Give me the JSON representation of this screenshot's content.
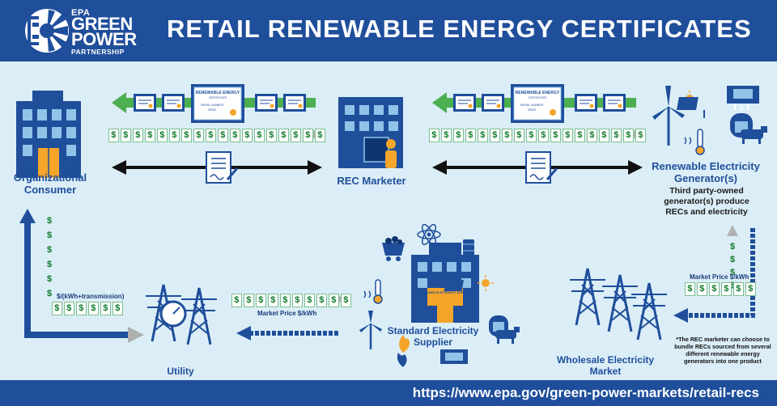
{
  "header": {
    "logo": {
      "epa": "EPA",
      "line1": "GREEN",
      "line2": "POWER",
      "line3": "PARTNERSHIP"
    },
    "title": "RETAIL RENEWABLE ENERGY CERTIFICATES"
  },
  "footer": {
    "url": "https://www.epa.gov/green-power-markets/retail-recs"
  },
  "nodes": {
    "consumer": "Organizational Consumer",
    "marketer": "REC Marketer",
    "generator": "Renewable Electricity Generator(s)",
    "generator_desc": "Third party-owned generator(s) produce RECs and electricity",
    "supplier": "Standard Electricity Supplier",
    "wholesale": "Wholesale Electricity Market",
    "utility": "Utility"
  },
  "certificate": {
    "title": "RENEWABLE ENERGY",
    "subtitle": "CERTIFICATE",
    "serial_label": "SERIAL NUMBER",
    "serial": "00000"
  },
  "supplier_sign": "STANDARD ELECTRICITY SUPPLIER",
  "money": {
    "symbol": "$",
    "utility_rate": "$/(kWh+transmission)",
    "market_price": "Market Price $/kWh",
    "wholesale_price": "Market Price $/kWh"
  },
  "note": "*The REC marketer can choose to bundle RECs sourced from several different renewable energy generators into one product",
  "colors": {
    "brand_blue": "#1f4e9b",
    "light_bg": "#dbeef7",
    "money_green": "#0f7a2a",
    "rec_green": "#4caf50",
    "accent_orange": "#f4a52a"
  },
  "icons": [
    "sunburst-logo-icon",
    "building-icon",
    "contract-icon",
    "certificate-icon",
    "person-icon",
    "wind-turbine-icon",
    "solar-panel-icon",
    "sun-icon",
    "dam-icon",
    "cow-icon",
    "thermometer-icon",
    "transmission-tower-icon",
    "meter-icon",
    "coal-cart-icon",
    "atom-icon",
    "oil-barrel-icon",
    "flame-icon",
    "geothermal-icon"
  ]
}
